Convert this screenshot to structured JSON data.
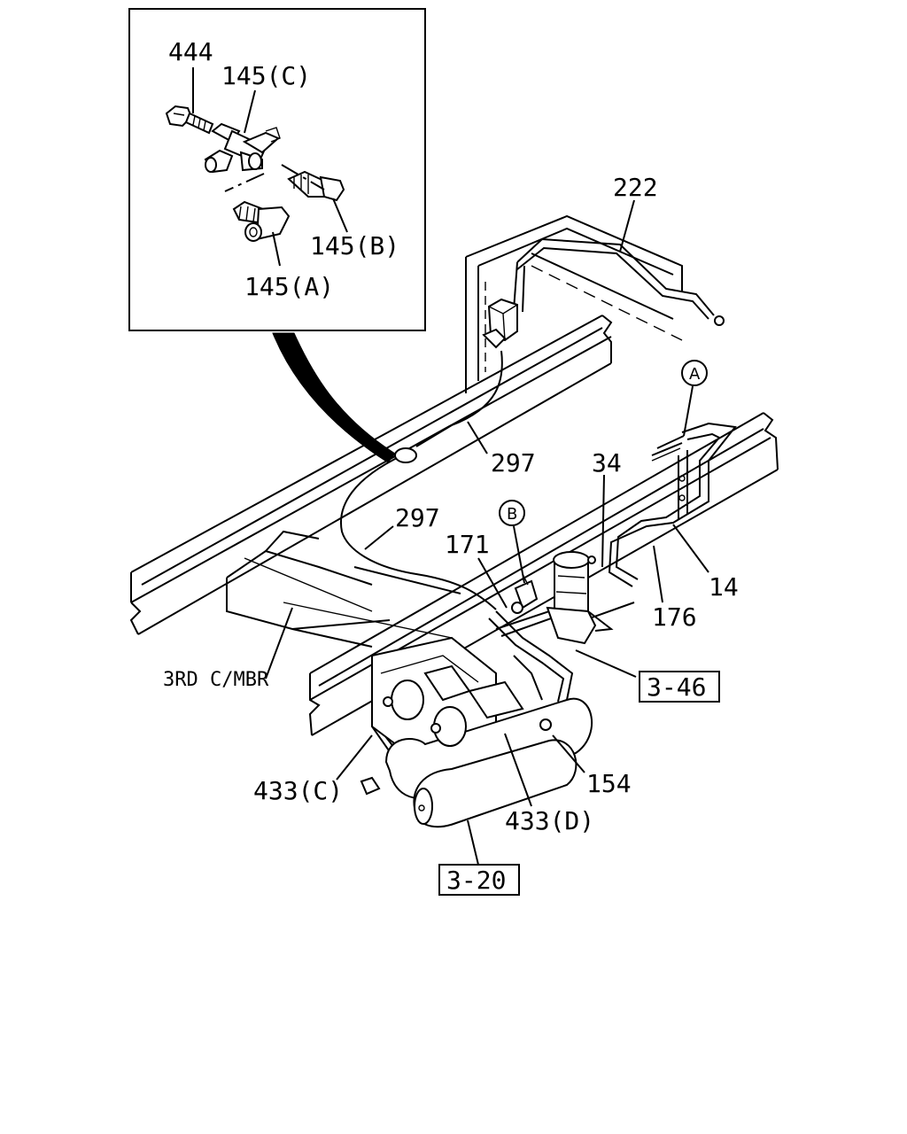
{
  "callouts": {
    "c444": "444",
    "c145c": "145(C)",
    "c145b": "145(B)",
    "c145a": "145(A)",
    "c222": "222",
    "c297a": "297",
    "c297b": "297",
    "c34": "34",
    "c171": "171",
    "c14": "14",
    "c176": "176",
    "c346": "3-46",
    "c3rd": "3RD C/MBR",
    "c433c": "433(C)",
    "c154": "154",
    "c433d": "433(D)",
    "c320": "3-20"
  },
  "markers": {
    "a": "A",
    "b": "B"
  }
}
